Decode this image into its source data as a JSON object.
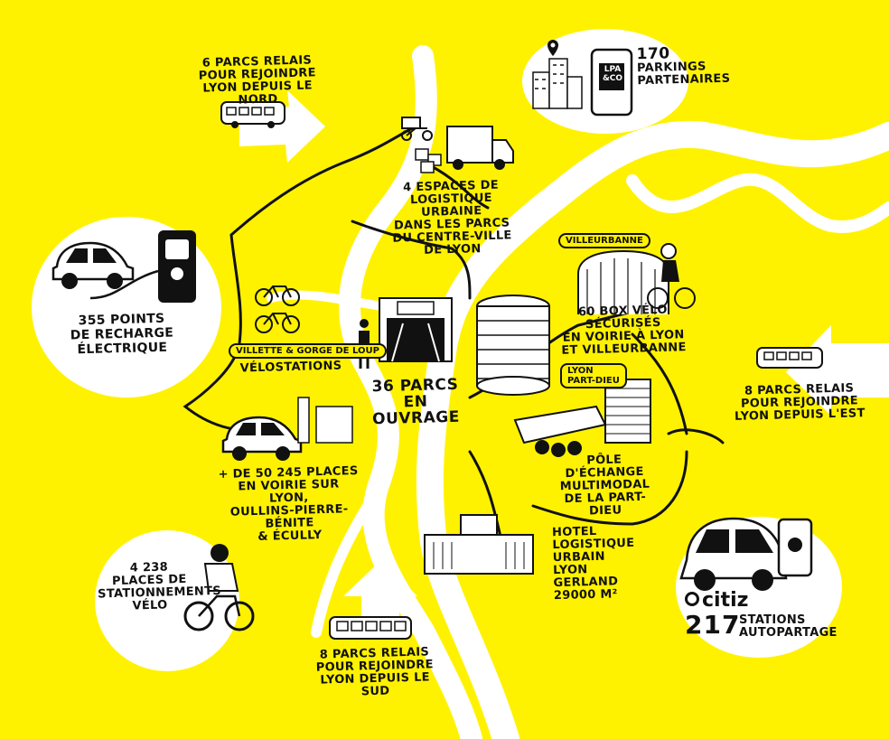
{
  "labels": {
    "north_relay": [
      "6 parcs relais",
      "pour rejoindre",
      "Lyon depuis le Nord"
    ],
    "parkings_count": "170",
    "parkings_text": [
      "parkings",
      "partenaires"
    ],
    "parkings_logo": "LPA &CO",
    "logistics": [
      "4 espaces de",
      "logistique urbaine",
      "dans les parcs",
      "du centre-ville",
      "de Lyon"
    ],
    "charging": [
      "355 points",
      "de recharge",
      "électrique"
    ],
    "villeurbanne_tag": "Villeurbanne",
    "bike_boxes": [
      "60 box vélo",
      "sécurisés",
      "en voirie à Lyon",
      "et Villeurbanne"
    ],
    "velostations_tag": "Villette & Gorge de Loup",
    "velostations": "Vélostations",
    "garages": [
      "36 parcs",
      "en ouvrage"
    ],
    "partdieu_tag": [
      "Lyon",
      "Part-Dieu"
    ],
    "east_relay": [
      "8 parcs relais",
      "pour rejoindre",
      "Lyon depuis l'Est"
    ],
    "street_parking": [
      "+ de 50 245 places",
      "en voirie sur Lyon,",
      "Oullins-Pierre-Bénite",
      "& Écully"
    ],
    "exchange_hub": [
      "Pôle d'échange",
      "multimodal",
      "de la Part-Dieu"
    ],
    "gerland_hotel": [
      "Hotel",
      "logistique",
      "urbain",
      "Lyon Gerland",
      "29000 m²"
    ],
    "bike_places": [
      "4 238",
      "places de",
      "stationnements",
      "vélo"
    ],
    "south_relay": [
      "8 parcs relais",
      "pour rejoindre",
      "Lyon depuis le Sud"
    ],
    "citiz_brand": "citiz",
    "citiz_count": "217",
    "citiz_text": [
      "stations",
      "autopartage"
    ]
  },
  "icons": [
    "bus-icon",
    "tram-icon",
    "truck-icon",
    "car-icon",
    "bicycle-icon",
    "cyclist-icon",
    "phone-icon",
    "charging-station-icon",
    "location-pin-icon"
  ],
  "colors": {
    "background": "#fff200",
    "rivers": "#ffffff",
    "ink": "#111111"
  }
}
